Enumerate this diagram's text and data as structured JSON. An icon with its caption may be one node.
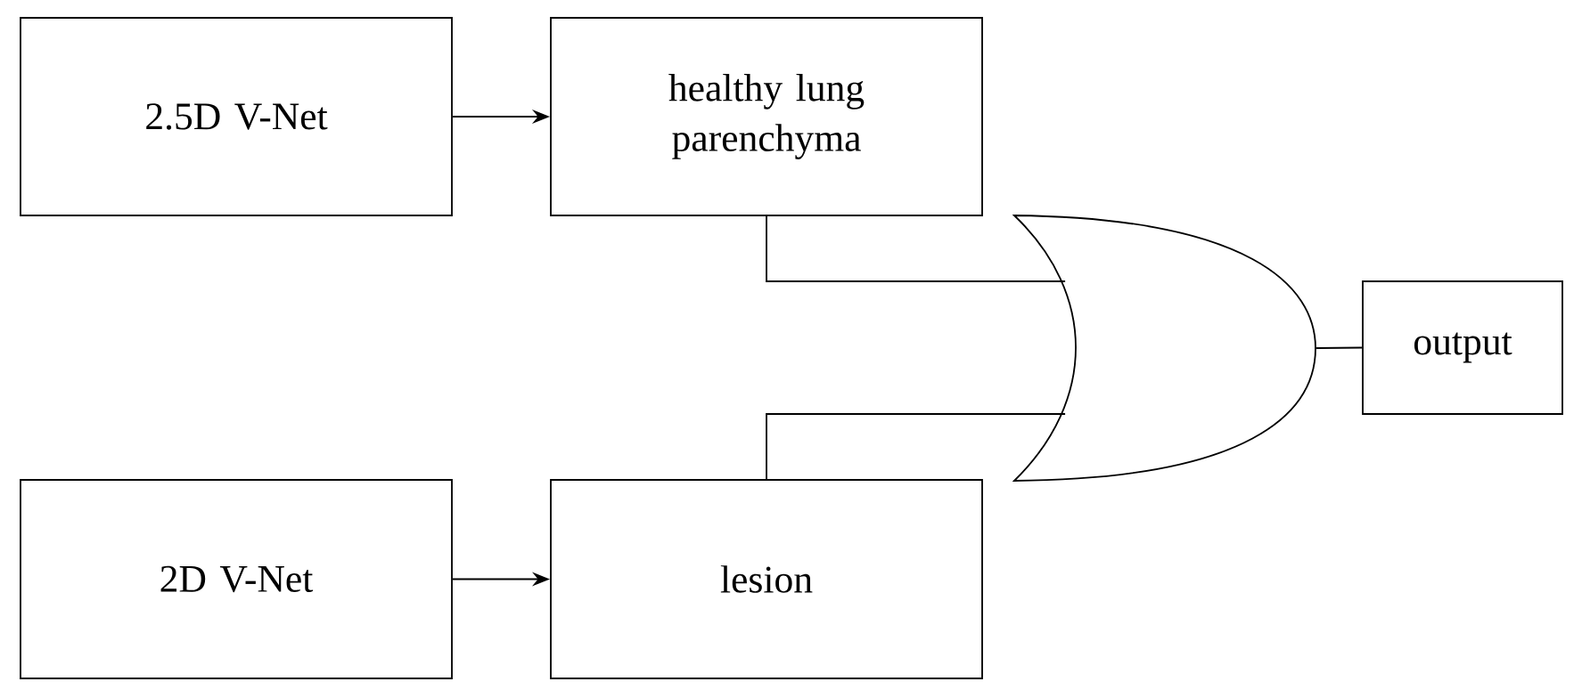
{
  "diagram": {
    "nodes": [
      {
        "text": [
          "2.5D V-Net"
        ]
      },
      {
        "text": [
          "healthy lung parenchyma"
        ]
      },
      {
        "text": [],
        "shape": "gate"
      },
      {
        "text": [
          "output"
        ]
      },
      {
        "text": [
          "2D V-Net"
        ]
      },
      {
        "text": [
          "lesion"
        ]
      }
    ],
    "edges": [
      {
        "from": 0,
        "to": 1,
        "arrow": "to"
      },
      {
        "from": 4,
        "to": 5,
        "arrow": "to"
      },
      {
        "from": 1,
        "to": 2,
        "arrow": "none"
      },
      {
        "from": 5,
        "to": 2,
        "arrow": "none"
      },
      {
        "from": 2,
        "to": 3,
        "arrow": "none"
      }
    ]
  }
}
